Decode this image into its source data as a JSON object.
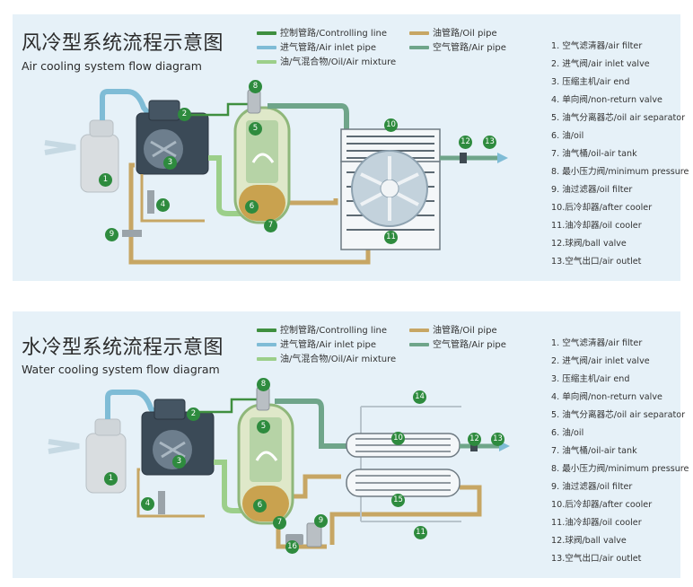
{
  "colors": {
    "controlling_line": "#3f8f3f",
    "air_inlet": "#7fbcd6",
    "oil_air_mixture": "#9ccf8a",
    "oil_pipe": "#c7a664",
    "air_pipe": "#6fa58a",
    "badge": "#2e8b3e",
    "panel_bg": "#e6f1f8"
  },
  "legend": {
    "controlling_line": "控制管路/Controlling line",
    "air_inlet_pipe": "进气管路/Air inlet pipe",
    "oil_air_mixture": "油/气混合物/Oil/Air mixture",
    "oil_pipe": "油管路/Oil pipe",
    "air_pipe": "空气管路/Air pipe"
  },
  "air_cooling": {
    "title_cn": "风冷型系统流程示意图",
    "title_en": "Air cooling system flow diagram",
    "components": [
      "1. 空气滤清器/air filter",
      "2. 进气阀/air inlet valve",
      "3. 压缩主机/air end",
      "4. 单向阀/non-return valve",
      "5. 油气分离器芯/oil air separator",
      "6. 油/oil",
      "7. 油气桶/oil-air tank",
      "8. 最小压力阀/minimum pressure",
      "9. 油过滤器/oil filter",
      "10.后冷却器/after cooler",
      "11.油冷却器/oil cooler",
      "12.球阀/ball valve",
      "13.空气出口/air outlet"
    ]
  },
  "water_cooling": {
    "title_cn": "水冷型系统流程示意图",
    "title_en": "Water cooling system flow diagram",
    "components": [
      "1. 空气滤清器/air filter",
      "2. 进气阀/air inlet valve",
      "3. 压缩主机/air end",
      "4. 单向阀/non-return valve",
      "5. 油气分离器芯/oil air separator",
      "6. 油/oil",
      "7. 油气桶/oil-air tank",
      "8. 最小压力阀/minimum pressure",
      "9. 油过滤器/oil filter",
      "10.后冷却器/after cooler",
      "11.油冷却器/oil cooler",
      "12.球阀/ball valve",
      "13.空气出口/air outlet"
    ]
  },
  "badges": {
    "b1": "1",
    "b2": "2",
    "b3": "3",
    "b4": "4",
    "b5": "5",
    "b6": "6",
    "b7": "7",
    "b8": "8",
    "b9": "9",
    "b10": "10",
    "b11": "11",
    "b12": "12",
    "b13": "13",
    "b14": "14",
    "b15": "15",
    "b16": "16"
  }
}
